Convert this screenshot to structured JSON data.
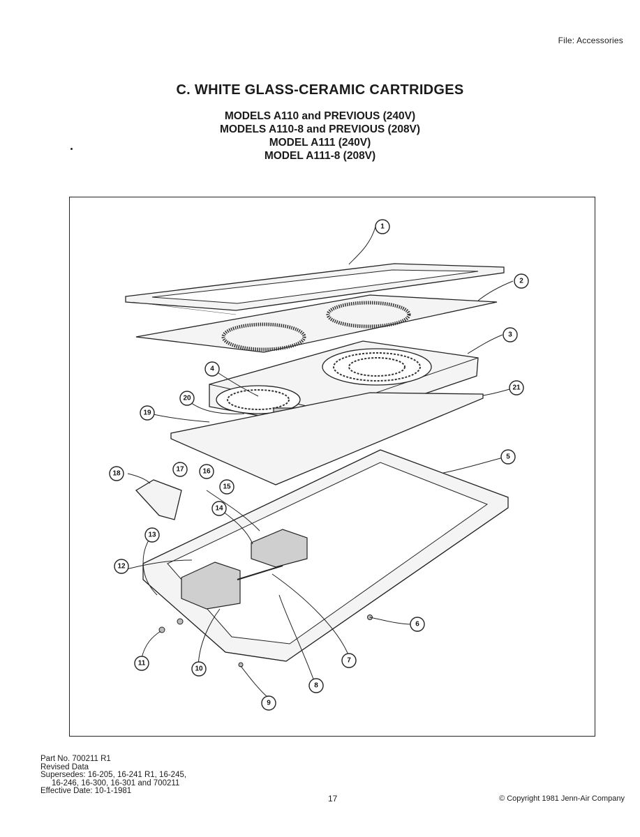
{
  "header": {
    "file_label": "File: Accessories"
  },
  "title": "C. WHITE GLASS-CERAMIC CARTRIDGES",
  "models": [
    "MODELS A110 and PREVIOUS (240V)",
    "MODELS A110-8 and PREVIOUS (208V)",
    "MODEL A111 (240V)",
    "MODEL A111-8 (208V)"
  ],
  "callouts": [
    "1",
    "2",
    "3",
    "4",
    "5",
    "6",
    "7",
    "8",
    "9",
    "10",
    "11",
    "12",
    "13",
    "14",
    "15",
    "16",
    "17",
    "18",
    "19",
    "20",
    "21"
  ],
  "footer": {
    "part_no": "Part No. 700211 R1",
    "revised": "Revised Data",
    "supersedes_1": "Supersedes: 16-205, 16-241 R1, 16-245,",
    "supersedes_2": "16-246, 16-300, 16-301 and 700211",
    "effective": "Effective Date: 10-1-1981",
    "page_number": "17",
    "copyright": "© Copyright 1981 Jenn-Air Company"
  }
}
